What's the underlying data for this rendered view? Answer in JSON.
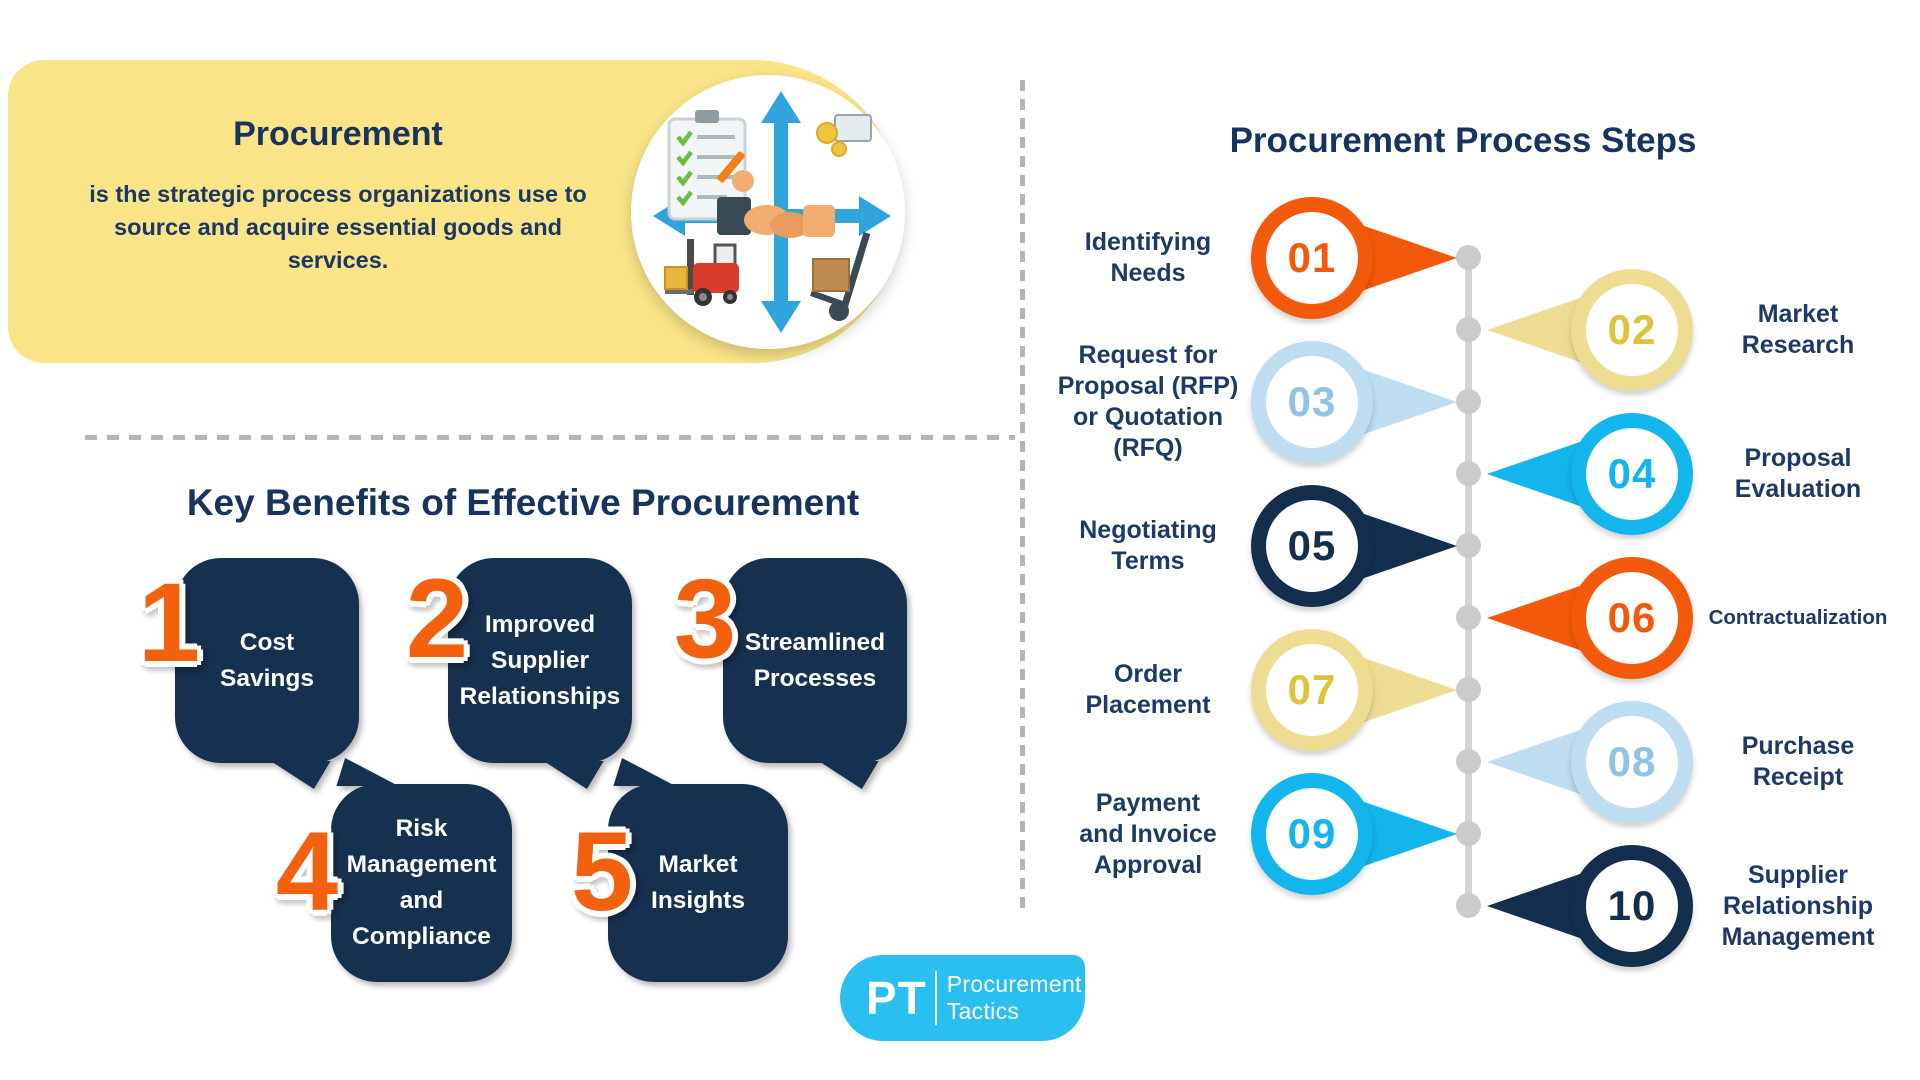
{
  "header": {
    "title": "Procurement",
    "description": "is the strategic process organizations use to\nsource and acquire essential goods and\nservices."
  },
  "benefits": {
    "title": "Key Benefits of Effective Procurement",
    "bubble_color": "#16304F",
    "number_color": "#F2610D",
    "items": [
      {
        "number": "1",
        "label": "Cost\nSavings"
      },
      {
        "number": "2",
        "label": "Improved\nSupplier\nRelationships"
      },
      {
        "number": "3",
        "label": "Streamlined\nProcesses"
      },
      {
        "number": "4",
        "label": "Risk\nManagement\nand\nCompliance"
      },
      {
        "number": "5",
        "label": "Market\nInsights"
      }
    ]
  },
  "process": {
    "title": "Procurement Process Steps",
    "timeline_color": "#D4D4D4",
    "steps": [
      {
        "number": "01",
        "label": "Identifying\nNeeds",
        "ring_color": "#F3590A",
        "number_color": "#F3590A"
      },
      {
        "number": "02",
        "label": "Market\nResearch",
        "ring_color": "#EDDD93",
        "number_color": "#DFC23C"
      },
      {
        "number": "03",
        "label": "Request for\nProposal (RFP)\nor Quotation\n(RFQ)",
        "ring_color": "#BEDDF1",
        "number_color": "#8FC2E5"
      },
      {
        "number": "04",
        "label": "Proposal\nEvaluation",
        "ring_color": "#12B5EC",
        "number_color": "#12B5EC"
      },
      {
        "number": "05",
        "label": "Negotiating\nTerms",
        "ring_color": "#142F4E",
        "number_color": "#142F4E"
      },
      {
        "number": "06",
        "label": "Contractualization",
        "ring_color": "#F3590A",
        "number_color": "#F3590A"
      },
      {
        "number": "07",
        "label": "Order\nPlacement",
        "ring_color": "#EDDD93",
        "number_color": "#DFC23C"
      },
      {
        "number": "08",
        "label": "Purchase\nReceipt",
        "ring_color": "#BEDDF1",
        "number_color": "#8FC2E5"
      },
      {
        "number": "09",
        "label": "Payment\nand Invoice\nApproval",
        "ring_color": "#12B5EC",
        "number_color": "#12B5EC"
      },
      {
        "number": "10",
        "label": "Supplier\nRelationship\nManagement",
        "ring_color": "#142F4E",
        "number_color": "#142F4E"
      }
    ]
  },
  "logo": {
    "initials": "PT",
    "name": "Procurement\nTactics",
    "color": "#29BFF0"
  }
}
